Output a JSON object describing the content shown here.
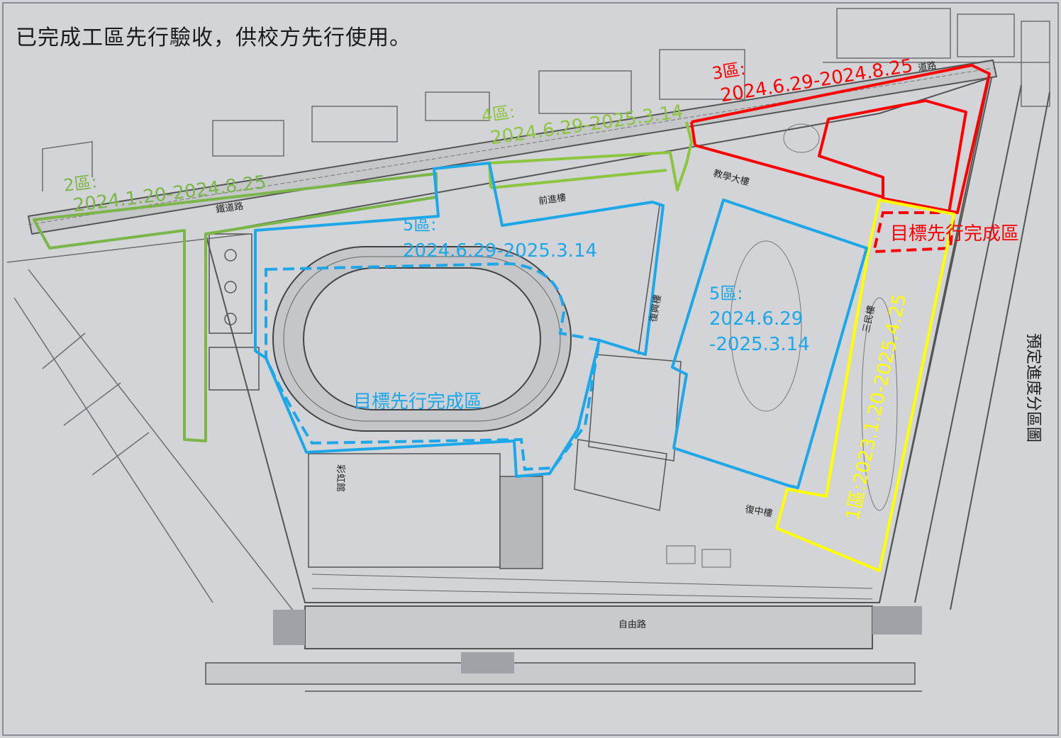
{
  "heading": "已完成工區先行驗收，供校方先行使用。",
  "legend_title": "預定進度分區圖",
  "colors": {
    "zone1": "#ffff00",
    "zone2": "#7ab648",
    "zone3": "#ff0000",
    "zone4": "#8cc63f",
    "zone5": "#1ea7e8"
  },
  "zones": {
    "zone1": {
      "label": "1區:2023.1.20-2025.4.25"
    },
    "zone2": {
      "label": "2區:",
      "dates": "2024.1.20-2024.8.25"
    },
    "zone3": {
      "label": "3區:",
      "dates": "2024.6.29-2024.8.25",
      "target": "目標先行完成區"
    },
    "zone4": {
      "label": "4區:",
      "dates": "2024.6.29-2025.3.14"
    },
    "zone5_north": {
      "label": "5區:",
      "dates": "2024.6.29-2025.3.14",
      "target": "目標先行完成區"
    },
    "zone5_east": {
      "label": "5區:",
      "date_line1": "2024.6.29",
      "date_line2": "-2025.3.14"
    }
  },
  "roads": {
    "railway": "鐵道路",
    "railway_short": "道路",
    "ziyou": "自由路"
  },
  "buildings": {
    "qianjin": "前進樓",
    "jiaoxue": "教學大樓",
    "fuxing": "復興樓",
    "sanmin": "三民樓",
    "fuzhong": "復中樓",
    "caihong": "彩虹館"
  }
}
